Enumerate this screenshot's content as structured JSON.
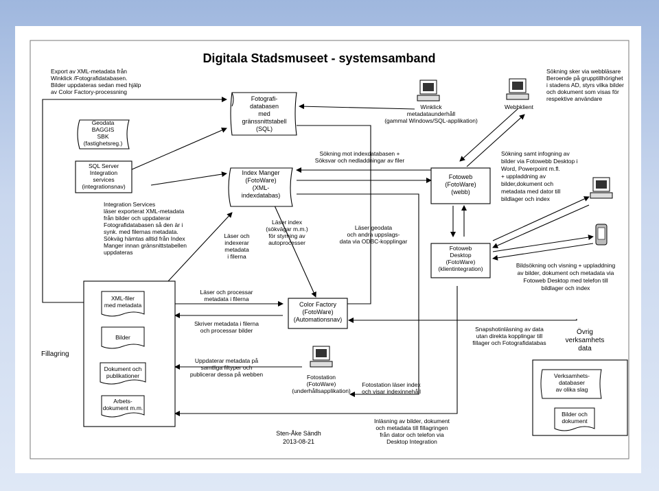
{
  "title": "Digitala Stadsmuseet - systemsamband",
  "author": "Sten-Åke Sändh",
  "date": "2013-08-21",
  "label_fillagring": "Fillagring",
  "label_ovrig": [
    "Övrig",
    "verksamhets",
    "data"
  ],
  "nodes": {
    "fotografidatabasen": [
      "Fotografi-",
      "databasen",
      "med",
      "gränssnittstabell",
      "(SQL)"
    ],
    "geodata": [
      "Geodata",
      "BAGGIS",
      "SBK",
      "(fastighetsreg.)"
    ],
    "sql_server": [
      "SQL Server",
      "Integration",
      "services",
      "(integrationsnav)"
    ],
    "index_manger": [
      "Index Manger",
      "(FotoWare)",
      "(XML-",
      "indexdatabas)"
    ],
    "winklick": [
      "Winklick",
      "metadataunderhåll",
      "(gammal Windows/SQL-applikation)"
    ],
    "webbklient": "Webbklient",
    "fotoweb": [
      "Fotoweb",
      "(FotoWare)",
      "(webb)"
    ],
    "fotoweb_desktop": [
      "Fotoweb",
      "Desktop",
      "(FotoWare)",
      "(klientintegration)"
    ],
    "color_factory": [
      "Color Factory",
      "(FotoWare)",
      "(Automationsnav)"
    ],
    "fotostation": [
      "Fotostation",
      "(FotoWare)",
      "(underhållsapplikation)"
    ],
    "xml_filer": [
      "XML-filer",
      "med metadata"
    ],
    "bilder": "Bilder",
    "dokument": [
      "Dokument och",
      "publikationer"
    ],
    "arbetsdokument": [
      "Arbets-",
      "dokument m.m."
    ],
    "verksamhetsdatabaser": [
      "Verksamhets-",
      "databaser",
      "av olika slag"
    ],
    "bilder_och_dokument": [
      "Bilder och",
      "dokument"
    ]
  },
  "notes": {
    "export": [
      "Export av XML-metadata från",
      "Winklick /Fotografidatabasen.",
      "Bilder uppdateras sedan med hjälp",
      "av Color Factory-processning"
    ],
    "sokning_webb": [
      "Sökning sker via webbläsare",
      "Beroende på grupptillhörighet",
      "i stadens AD, styrs vilka bilder",
      "och dokument som visas för",
      "respektive användare"
    ],
    "sokning_index": [
      "Sökning mot indexdatabasen +",
      "Söksvar och nedladdningar av filer"
    ],
    "sokning_infogning": [
      "Sökning samt infogning av",
      "bilder via Fotowebb Desktop i",
      "Word, Powerpoint m.fl.",
      "+ uppladdning av",
      "bilder,dokument och",
      "metadata med dator till",
      "bildlager och index"
    ],
    "integration_services": [
      "Integration Services",
      "läser exporterat XML-metadata",
      "från bilder och uppdaterar",
      "Fotografidatabasen så den är i",
      "synk. med filernas metadata.",
      "Sökväg hämtas alltid från Index",
      "Manger innan gränsnittstabellen",
      "uppdateras"
    ],
    "laser_index": [
      "Läser index",
      "(sökvägar m.m.)",
      "för styrning av",
      "autoprocesser"
    ],
    "laser_geodata": [
      "Läser geodata",
      "och andra uppslags-",
      "data via ODBC-kopplingar"
    ],
    "laser_och_indexerar": [
      "Läser och",
      "indexerar",
      "metadata",
      "i filerna"
    ],
    "bildsokning": [
      "Bildsökning och visning + uppladdning",
      "av bilder, dokument och metadata via",
      "Fotoweb Desktop med telefon till",
      "bildlager och index"
    ],
    "laser_processar": [
      "Läser och processar",
      "metadata i filerna"
    ],
    "skriver": [
      "Skriver metadata i filerna",
      "och processar bilder"
    ],
    "snapshot": [
      "Snapshotinläsning av data",
      "utan direkta kopplingar till",
      "fillager och Fotografidatabas"
    ],
    "uppdaterar": [
      "Uppdaterar metadata på",
      "samtliga filtyper och",
      "publicerar dessa på webben"
    ],
    "fotostation_laser": [
      "Fotostation läser index",
      "och visar indexinnehåll"
    ],
    "inlasning": [
      "Inläsning av bilder, dokument",
      "och metadata till fillagringen",
      "från dator och telefon via",
      "Desktop Integration"
    ]
  }
}
